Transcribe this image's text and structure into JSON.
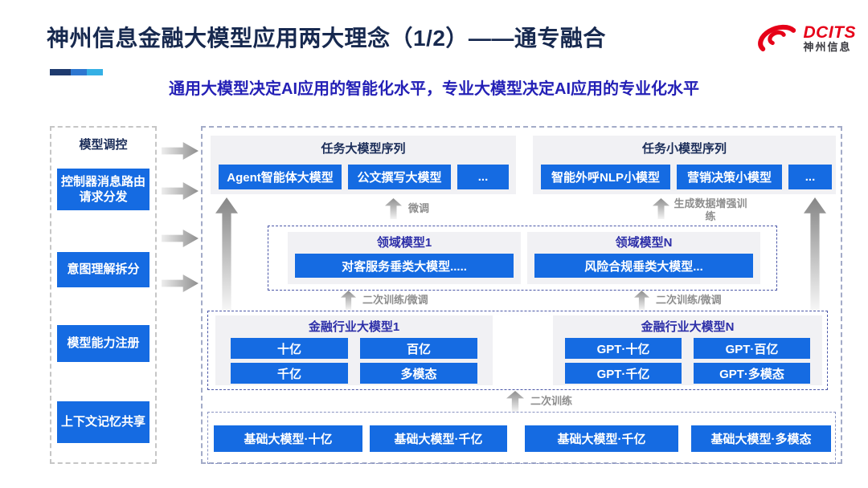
{
  "slide": {
    "title": "神州信息金融大模型应用两大理念（1/2）——通专融合",
    "subtitle": "通用大模型决定AI应用的智能化水平，专业大模型决定AI应用的专业化水平"
  },
  "logo": {
    "brand": "DCITS",
    "company": "神州信息"
  },
  "sidebar": {
    "title": "模型调控",
    "items": [
      "控制器消息路由请求分发",
      "意图理解拆分",
      "模型能力注册",
      "上下文记忆共享"
    ]
  },
  "task_panels": [
    {
      "title": "任务大模型序列",
      "boxes": [
        "Agent智能体大模型",
        "公文撰写大模型",
        "..."
      ]
    },
    {
      "title": "任务小模型序列",
      "boxes": [
        "智能外呼NLP小模型",
        "营销决策小模型",
        "..."
      ]
    }
  ],
  "labels": {
    "fine_tune": "微调",
    "gen_data_train": "生成数据增强训练",
    "retrain_finetune_left": "二次训练/微调",
    "retrain_finetune_right": "二次训练/微调",
    "retrain": "二次训练"
  },
  "domain_panels": [
    {
      "title": "领域模型1",
      "model": "对客服务垂类大模型....."
    },
    {
      "title": "领域模型N",
      "model": "风险合规垂类大模型..."
    }
  ],
  "industry_panels": [
    {
      "title": "金融行业大模型1",
      "models": [
        "十亿",
        "百亿",
        "千亿",
        "多模态"
      ]
    },
    {
      "title": "金融行业大模型N",
      "models": [
        "GPT·十亿",
        "GPT·百亿",
        "GPT·千亿",
        "GPT·多模态"
      ]
    }
  ],
  "base_models": [
    "基础大模型·十亿",
    "基础大模型·千亿",
    "基础大模型·千亿",
    "基础大模型·多模态"
  ],
  "colors": {
    "title_navy": "#17294F",
    "subtitle_indigo": "#2420B6",
    "header_indigo": "#2D2FA8",
    "box_blue": "#156BE2",
    "panel_gray": "#F1F1F4",
    "logo_red": "#E60018",
    "accent_cyan": "#35B0E5",
    "arrow_gray": "#8E8E8E"
  }
}
